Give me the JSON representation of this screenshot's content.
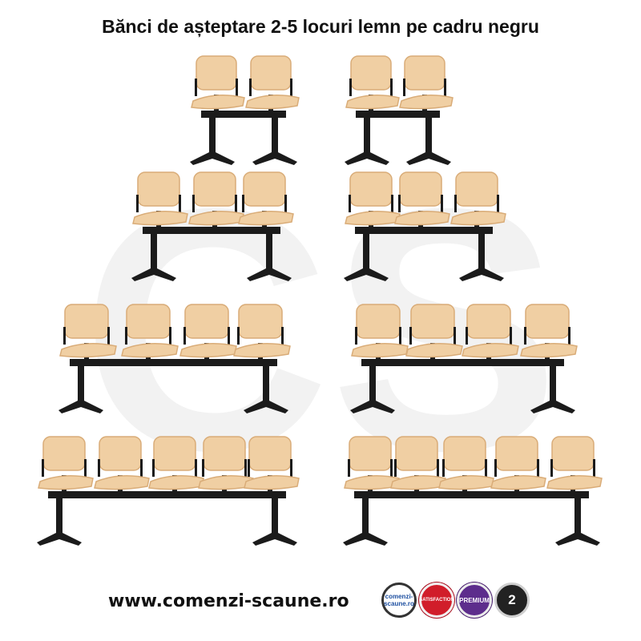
{
  "title": "Bănci de așteptare 2-5 locuri lemn pe cadru negru",
  "watermark": "CS",
  "website": "www.comenzi-scaune.ro",
  "badges": {
    "logo": "comenzi-scaune.ro",
    "satisfaction": "SATISFACTION",
    "premium": "PREMIUM",
    "warranty": "2"
  },
  "colors": {
    "wood": "#f0cfa3",
    "wood_edge": "#d9ac78",
    "frame": "#1b1b1b",
    "watermark": "#f2f2f2"
  },
  "benches": [
    {
      "seats": 2,
      "facing": "left"
    },
    {
      "seats": 2,
      "facing": "right"
    },
    {
      "seats": 3,
      "facing": "left"
    },
    {
      "seats": 3,
      "facing": "right"
    },
    {
      "seats": 4,
      "facing": "left"
    },
    {
      "seats": 4,
      "facing": "right"
    },
    {
      "seats": 5,
      "facing": "left"
    },
    {
      "seats": 5,
      "facing": "right"
    }
  ]
}
